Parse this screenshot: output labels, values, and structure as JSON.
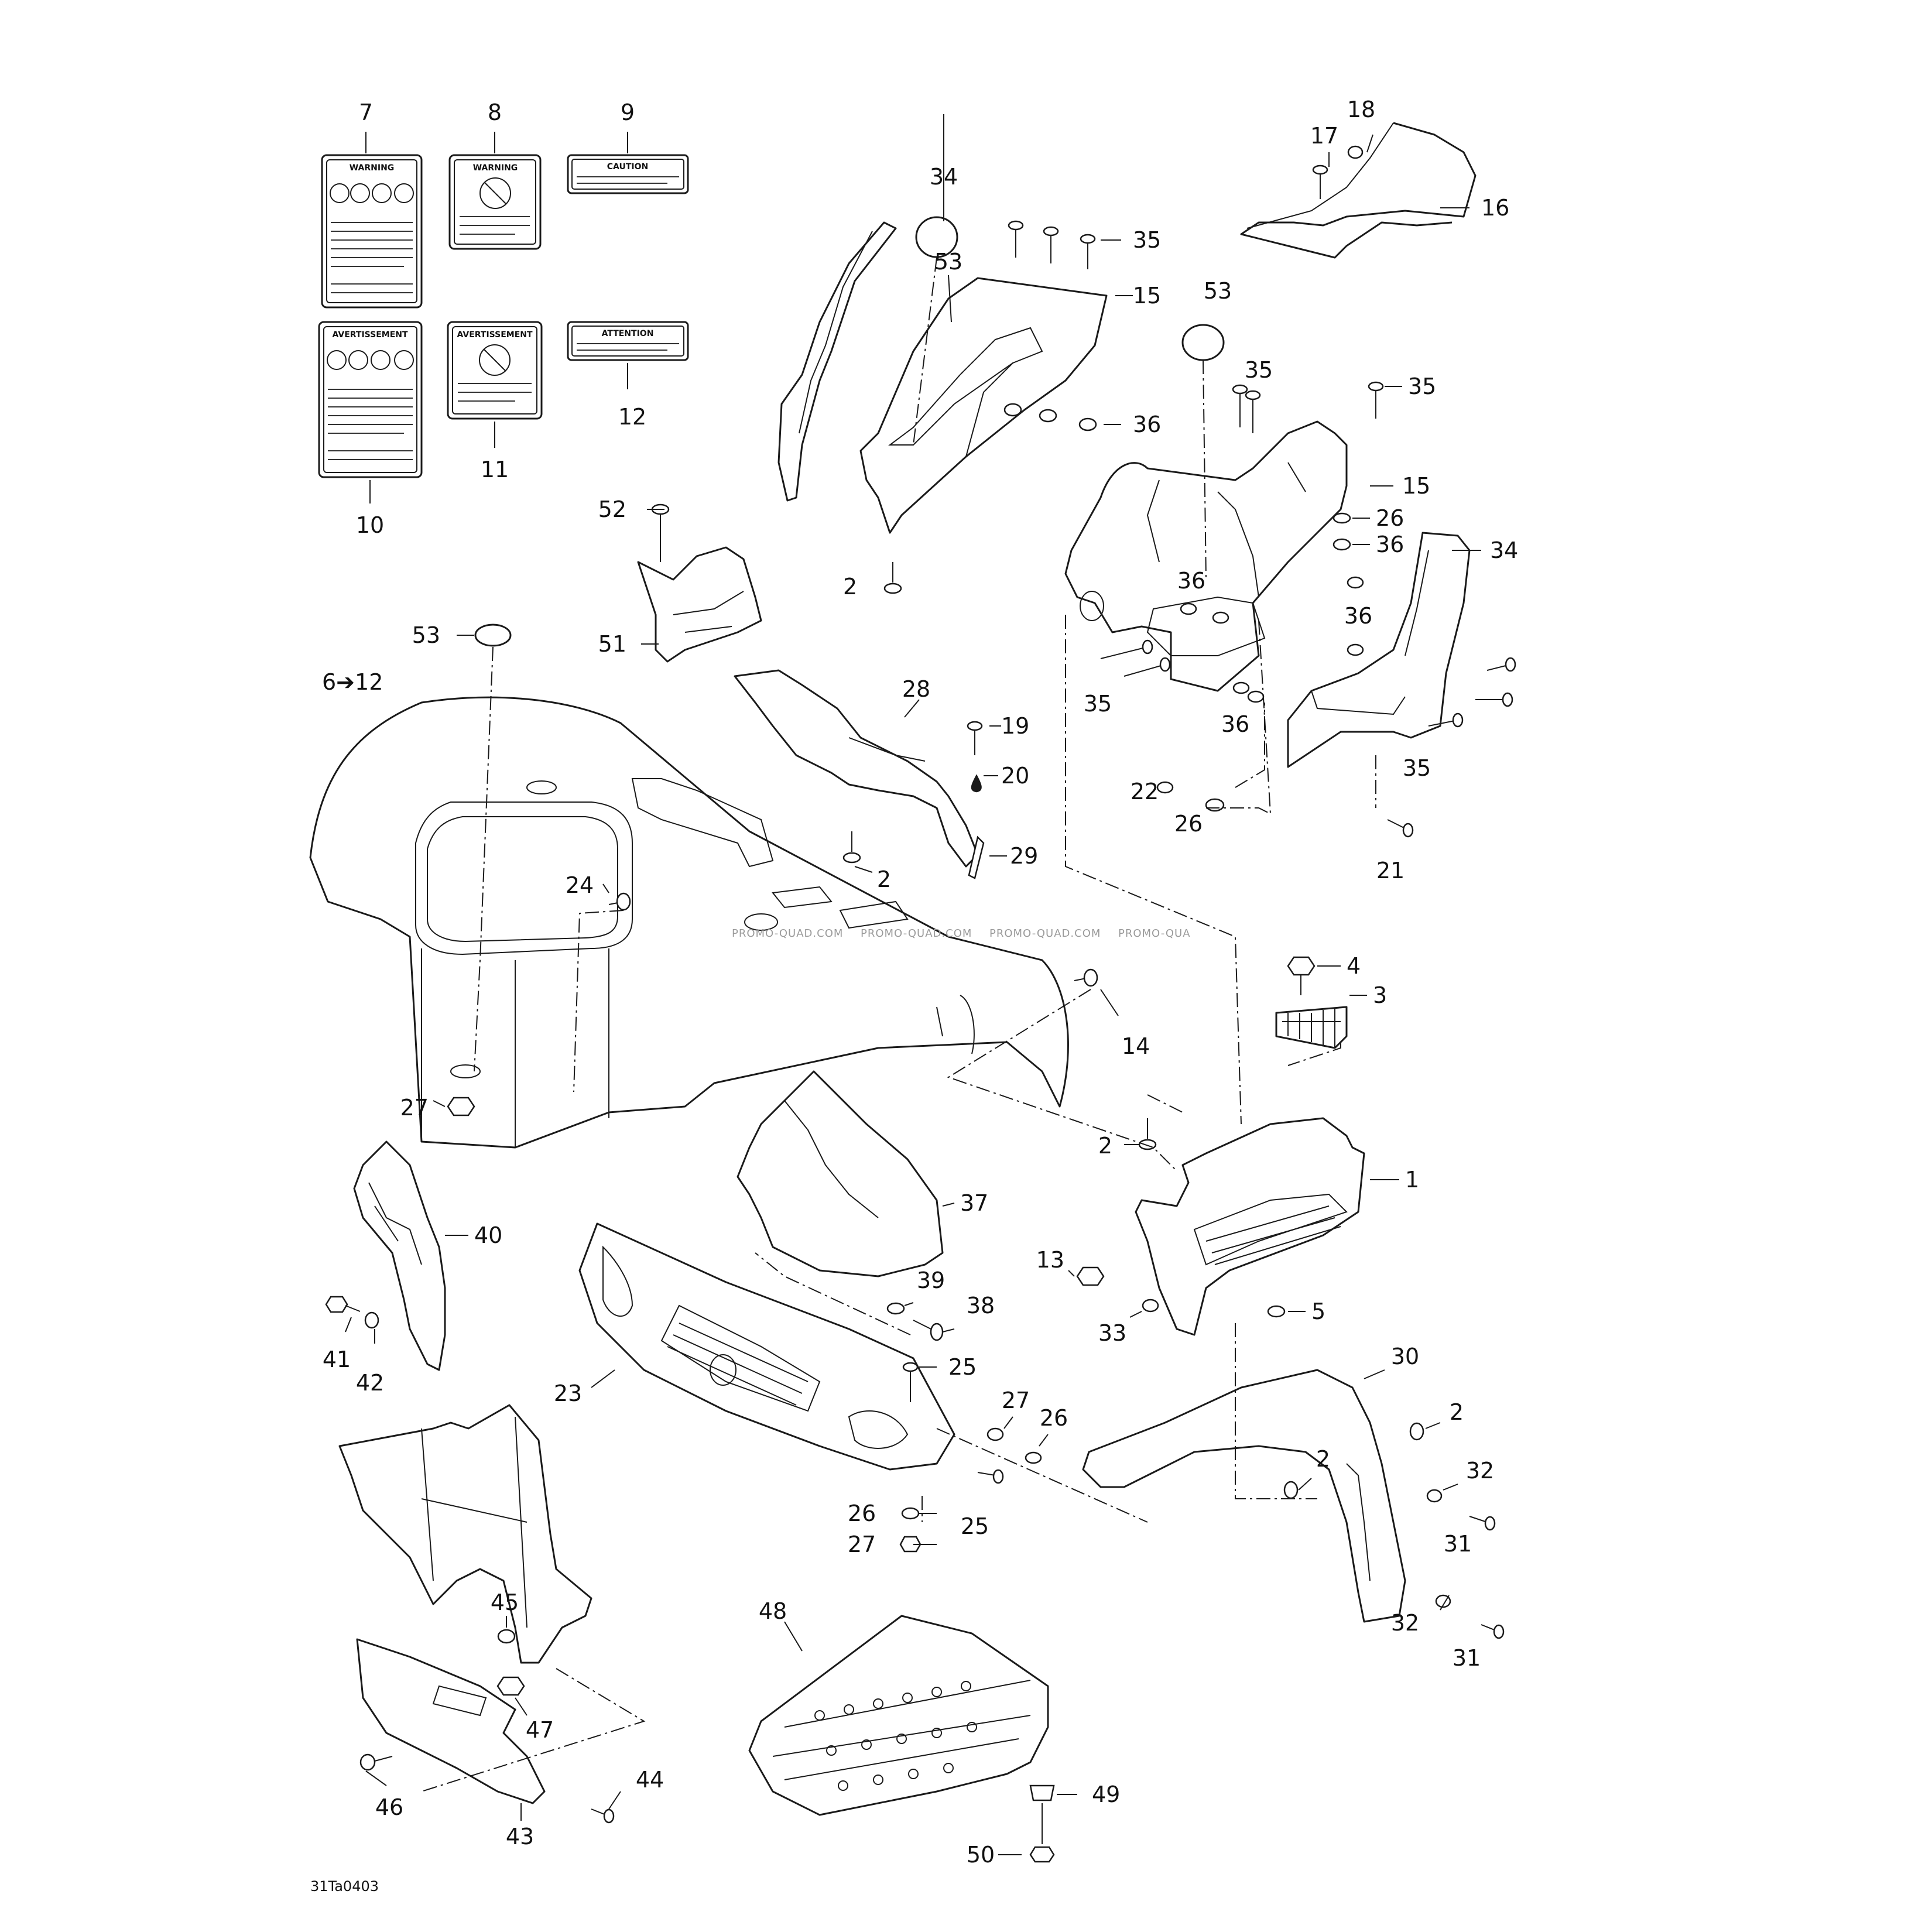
{
  "callouts": {
    "c1": "1",
    "c2a": "2",
    "c2b": "2",
    "c2c": "2",
    "c2d": "2",
    "c2e": "2",
    "c3": "3",
    "c4": "4",
    "c5": "5",
    "c6to12": "6➔12",
    "c7": "7",
    "c8": "8",
    "c9": "9",
    "c10": "10",
    "c11": "11",
    "c12": "12",
    "c13": "13",
    "c14": "14",
    "c15a": "15",
    "c15b": "15",
    "c16": "16",
    "c17": "17",
    "c18": "18",
    "c19": "19",
    "c20": "20",
    "c21": "21",
    "c22": "22",
    "c23": "23",
    "c24": "24",
    "c25a": "25",
    "c25b": "25",
    "c26a": "26",
    "c26b": "26",
    "c26c": "26",
    "c26d": "26",
    "c27a": "27",
    "c27b": "27",
    "c27c": "27",
    "c28": "28",
    "c29": "29",
    "c30": "30",
    "c31a": "31",
    "c31b": "31",
    "c32a": "32",
    "c32b": "32",
    "c33": "33",
    "c34a": "34",
    "c34b": "34",
    "c35a": "35",
    "c35b": "35",
    "c35c": "35",
    "c35d": "35",
    "c35e": "35",
    "c36a": "36",
    "c36b": "36",
    "c36c": "36",
    "c36d": "36",
    "c36e": "36",
    "c37": "37",
    "c38": "38",
    "c39": "39",
    "c40": "40",
    "c41": "41",
    "c42": "42",
    "c43": "43",
    "c44": "44",
    "c45": "45",
    "c46": "46",
    "c47": "47",
    "c48": "48",
    "c49": "49",
    "c50": "50",
    "c51": "51",
    "c52": "52",
    "c53a": "53",
    "c53b": "53",
    "c53c": "53"
  },
  "labels": {
    "l7": "WARNING",
    "l8": "WARNING",
    "l9": "CAUTION",
    "l10": "AVERTISSEMENT",
    "l11": "AVERTISSEMENT",
    "l12": "ATTENTION"
  },
  "watermark": [
    "PROMO-QUAD.COM",
    "PROMO-QUAD.COM",
    "PROMO-QUAD.COM",
    "PROMO-QUA"
  ],
  "drawing_code": "31Ta0403",
  "colors": {
    "line": "#1a1a1a",
    "watermark": "#9a9a9a"
  }
}
